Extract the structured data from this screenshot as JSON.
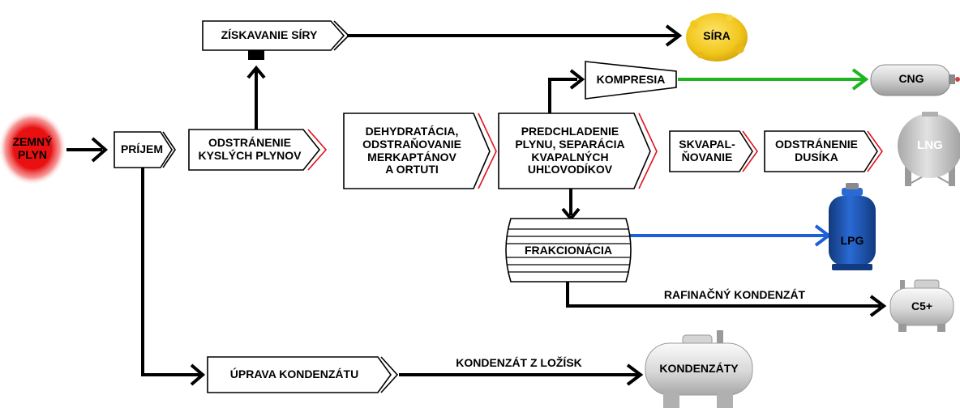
{
  "nodes": {
    "zemny_plyn": [
      "ZEMNÝ",
      "PLYN"
    ],
    "prijem": "PRÍJEM",
    "ziskavanie_siry": "ZÍSKAVANIE SÍRY",
    "sira": "SÍRA",
    "odstranenie_kyslych": [
      "ODSTRÁNENIE",
      "KYSLÝCH PLYNOV"
    ],
    "dehydratacia": [
      "DEHYDRATÁCIA,",
      "ODSTRAŇOVANIE",
      "MERKAPTÁNOV",
      "A ORTUTI"
    ],
    "predchladenie": [
      "PREDCHLADENIE",
      "PLYNU, SEPARÁCIA",
      "KVAPALNÝCH",
      "UHĽOVODÍKOV"
    ],
    "kompresia": "KOMPRESIA",
    "cng": "CNG",
    "skvapalnovanie": [
      "SKVAPAL-",
      "ŇOVANIE"
    ],
    "odstranenie_dusika": [
      "ODSTRÁNENIE",
      "DUSÍKA"
    ],
    "lng": "LNG",
    "frakcionacia": "FRAKCIONÁCIA",
    "lpg": "LPG",
    "rafinacny_kondenzat": "RAFINAČNÝ KONDENZÁT",
    "c5": "C5+",
    "uprava_kondenzatu": "ÚPRAVA KONDENZÁTU",
    "kondenzat_z_lozisk": "KONDENZÁT Z LOŽÍSK",
    "kondenzaty": "KONDENZÁTY"
  },
  "colors": {
    "flow": "#000000",
    "accent_red": "#e0141c",
    "cng_line": "#1fb51f",
    "lpg_line": "#1c5fd6",
    "sulfur": "#f2c81e",
    "lpg_cylinder": "#1f5bbf",
    "lng_tank": "#c8c8c8",
    "natural_gas_glow": "#e81010"
  }
}
